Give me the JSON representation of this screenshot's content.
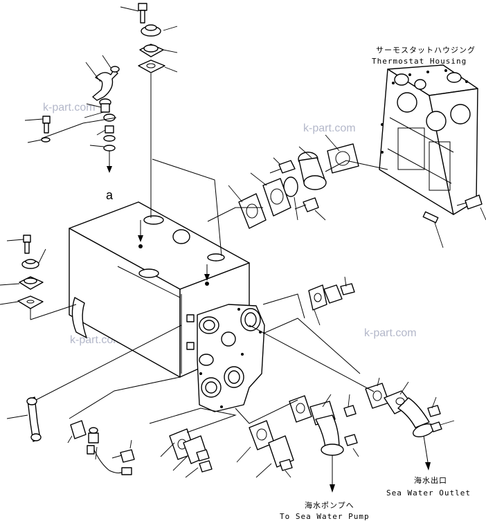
{
  "labels": {
    "thermostat_jp": "サーモスタットハウジング",
    "thermostat_en": "Thermostat Housing",
    "outlet_jp": "海水出口",
    "outlet_en": "Sea Water Outlet",
    "pump_jp": "海水ポンプへ",
    "pump_en": "To Sea Water Pump"
  },
  "ref_letter": "a",
  "watermark": "k-part.com"
}
